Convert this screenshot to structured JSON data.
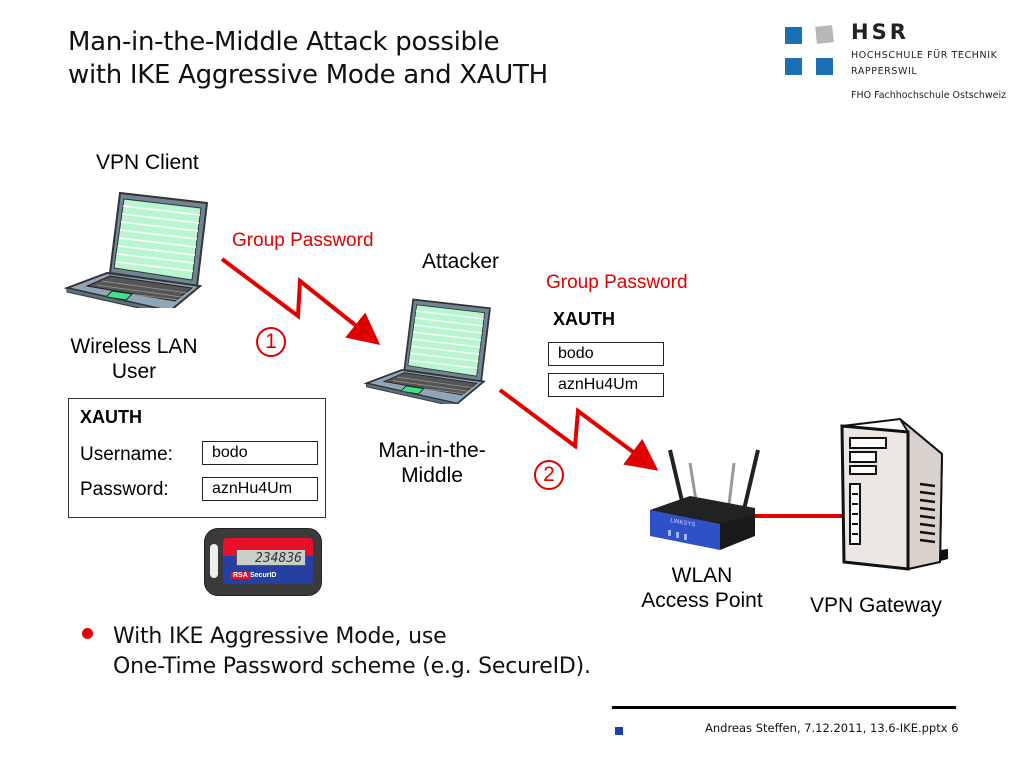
{
  "slide": {
    "title_line1": "Man-in-the-Middle Attack possible",
    "title_line2": "with IKE Aggressive Mode and XAUTH"
  },
  "logo": {
    "name": "HSR",
    "line1": "HOCHSCHULE FÜR TECHNIK",
    "line2": "RAPPERSWIL",
    "line3": "FHO Fachhochschule Ostschweiz",
    "colors": {
      "blue": "#1d6fb5",
      "gray": "#b8b8b8"
    }
  },
  "diagram": {
    "client": {
      "label": "VPN Client",
      "sublabel_line1": "Wireless LAN",
      "sublabel_line2": "User",
      "icon": "laptop-icon"
    },
    "attacker": {
      "label": "Attacker",
      "sublabel_line1": "Man-in-the-",
      "sublabel_line2": "Middle",
      "icon": "laptop-icon"
    },
    "access_point": {
      "label_line1": "WLAN",
      "label_line2": "Access Point",
      "icon": "wireless-router-icon"
    },
    "gateway": {
      "label": "VPN Gateway",
      "icon": "server-tower-icon"
    },
    "link1": {
      "label": "Group Password",
      "step": "1"
    },
    "link2": {
      "step": "2"
    },
    "stolen": {
      "group_password_label": "Group Password",
      "xauth_label": "XAUTH",
      "username": "bodo",
      "password": "aznHu4Um"
    },
    "xauth_form": {
      "heading": "XAUTH",
      "username_label": "Username:",
      "username_value": "bodo",
      "password_label": "Password:",
      "password_value": "aznHu4Um"
    },
    "token": {
      "display": "234836",
      "brand": "RSA",
      "product": "SecurID"
    },
    "colors": {
      "arrow": "#e00000",
      "screen": "#b8f5d0",
      "laptop_body": "#8fa5b8"
    }
  },
  "bullets": [
    {
      "line1": "With IKE Aggressive Mode, use",
      "line2": "One-Time Password scheme (e.g. SecureID)."
    }
  ],
  "footer": {
    "text": "Andreas Steffen, 7.12.2011, 13.6-IKE.pptx 6"
  }
}
